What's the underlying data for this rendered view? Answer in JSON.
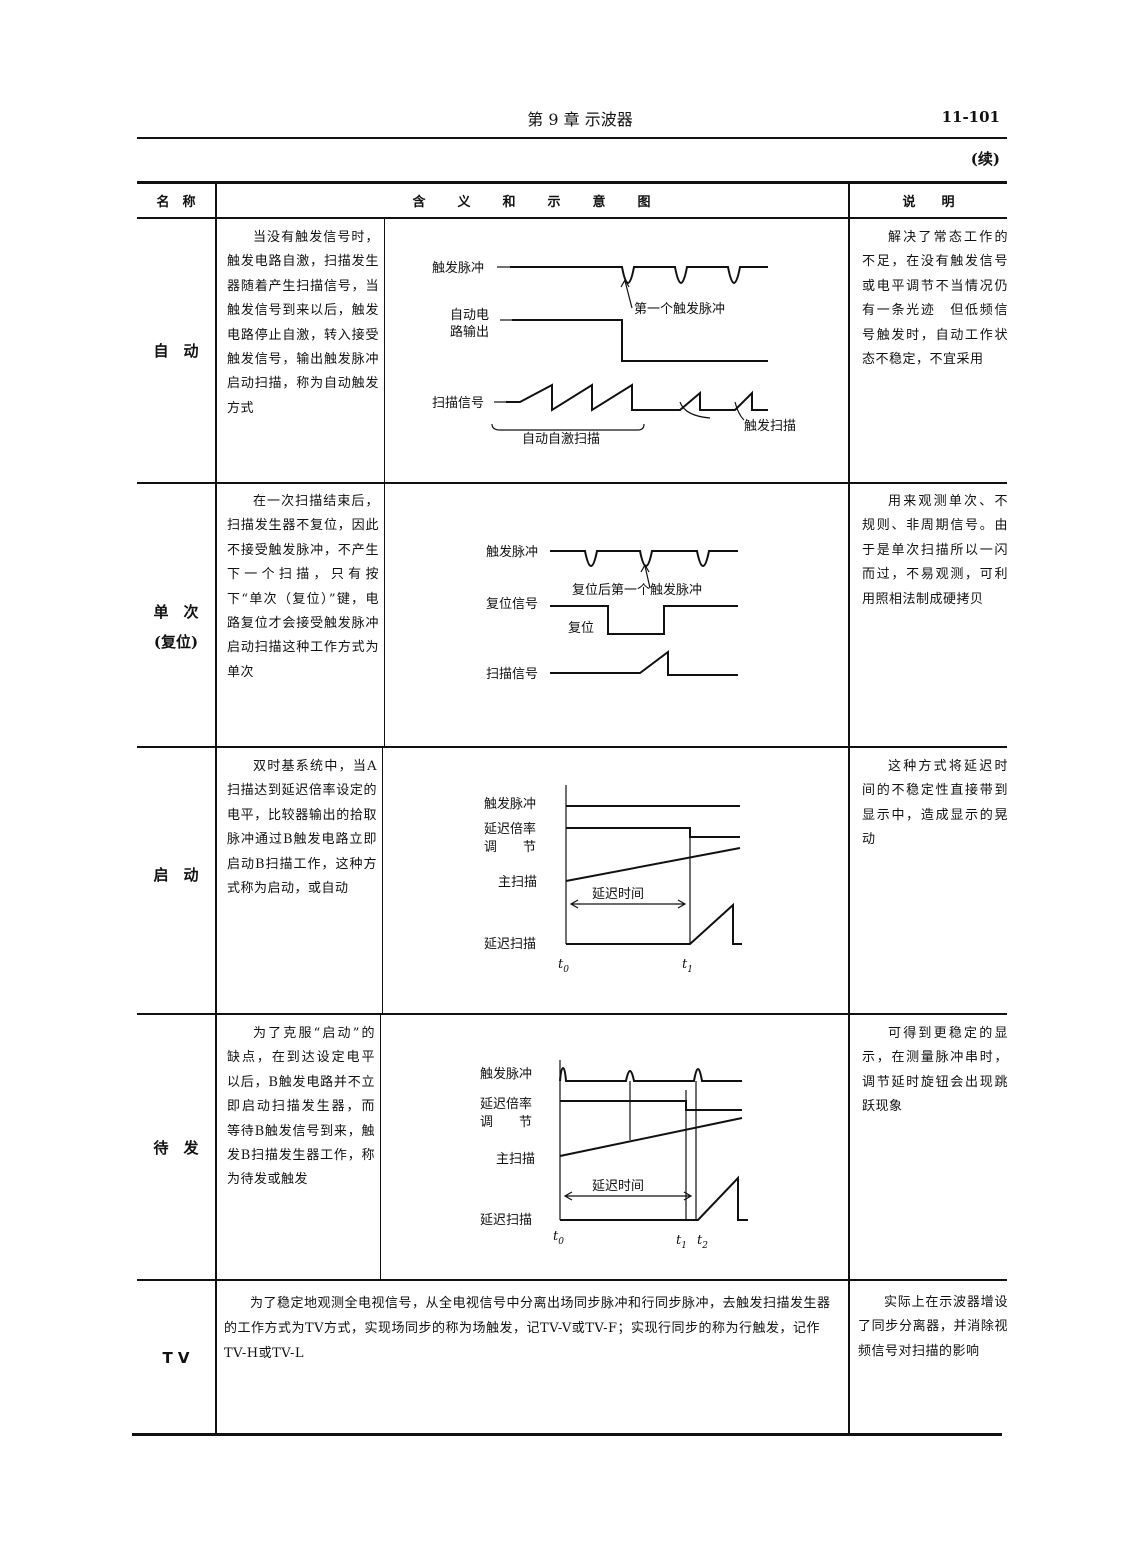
{
  "header": {
    "chapter": "第 9 章  示波器",
    "page_number": "11-101",
    "continued": "(续)"
  },
  "columns": {
    "name": "名　称",
    "meaning": "含　　义　　和　　示　　意　　图",
    "remark": "说　　明"
  },
  "rows": [
    {
      "name": "自　动",
      "description": "当没有触发信号时，触发电路自激，扫描发生器随着产生扫描信号，当触发信号到来以后，触发电路停止自激，转入接受触发信号，输出触发脉冲启动扫描，称为自动触发方式",
      "diagram": {
        "trigger_pulse": "触发脉冲",
        "auto_output_1": "自动电",
        "auto_output_2": "路输出",
        "first_pulse": "第一个触发脉冲",
        "sweep_signal": "扫描信号",
        "auto_self_sweep": "自动自激扫描",
        "trigger_sweep": "触发扫描"
      },
      "remark": "解决了常态工作的不足，在没有触发信号或电平调节不当情况仍有一条光迹　但低频信号触发时，自动工作状态不稳定，不宜采用"
    },
    {
      "name_line1": "单　次",
      "name_line2": "(复位)",
      "description": "在一次扫描结束后，扫描发生器不复位，因此不接受触发脉冲，不产生下一个扫描，只有按下“单次（复位）”键，电路复位才会接受触发脉冲启动扫描这种工作方式为单次",
      "diagram": {
        "trigger_pulse": "触发脉冲",
        "reset_first_pulse": "复位后第一个触发脉冲",
        "reset_signal": "复位信号",
        "reset": "复位",
        "sweep_signal": "扫描信号"
      },
      "remark": "用来观测单次、不规则、非周期信号。由于是单次扫描所以一闪而过，不易观测，可利用照相法制成硬拷贝"
    },
    {
      "name": "启　动",
      "description": "双时基系统中，当A扫描达到延迟倍率设定的电平，比较器输出的拾取脉冲通过B触发电路立即启动B扫描工作，这种方式称为启动，或自动",
      "diagram": {
        "trigger_pulse": "触发脉冲",
        "delay_mult_1": "延迟倍率",
        "delay_mult_2": "调　　节",
        "main_sweep": "主扫描",
        "delay_time": "延迟时间",
        "delay_sweep": "延迟扫描",
        "t0": "t",
        "t0_sub": "0",
        "t1": "t",
        "t1_sub": "1"
      },
      "remark": "这种方式将延迟时间的不稳定性直接带到显示中，造成显示的晃动"
    },
    {
      "name": "待　发",
      "description": "为了克服“启动”的缺点，在到达设定电平以后，B触发电路并不立即启动扫描发生器，而等待B触发信号到来，触发B扫描发生器工作，称为待发或触发",
      "diagram": {
        "trigger_pulse": "触发脉冲",
        "delay_mult_1": "延迟倍率",
        "delay_mult_2": "调　　节",
        "main_sweep": "主扫描",
        "delay_time": "延迟时间",
        "delay_sweep": "延迟扫描",
        "t0": "t",
        "t0_sub": "0",
        "t1": "t",
        "t1_sub": "1",
        "t2": "t",
        "t2_sub": "2"
      },
      "remark": "可得到更稳定的显示，在测量脉冲串时，调节延时旋钮会出现跳跃现象"
    },
    {
      "name": "T V",
      "description": "为了稳定地观测全电视信号，从全电视信号中分离出场同步脉冲和行同步脉冲，去触发扫描发生器的工作方式为TV方式，实现场同步的称为场触发，记TV-V或TV-F；实现行同步的称为行触发，记作TV-H或TV-L",
      "remark": "实际上在示波器增设了同步分离器，并消除视频信号对扫描的影响"
    }
  ]
}
